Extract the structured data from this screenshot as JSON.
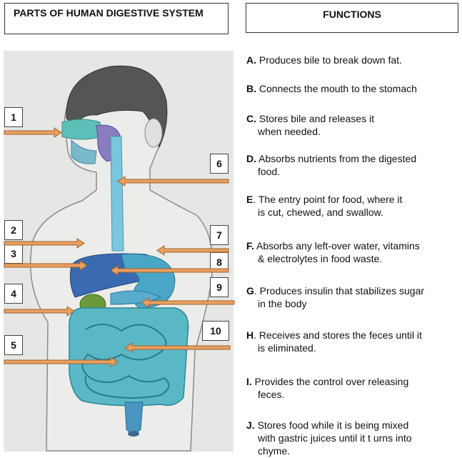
{
  "headers": {
    "left": "PARTS OF HUMAN DIGESTIVE SYSTEM",
    "right": "FUNCTIONS"
  },
  "labels": [
    "1",
    "2",
    "3",
    "4",
    "5",
    "6",
    "7",
    "8",
    "9",
    "10"
  ],
  "functions": [
    {
      "letter": "A.",
      "line1": "Produces bile to break down fat.",
      "line2": ""
    },
    {
      "letter": "B.",
      "line1": "Connects the mouth to the stomach",
      "line2": ""
    },
    {
      "letter": "C.",
      "line1": "Stores bile and releases it",
      "line2": "when needed."
    },
    {
      "letter": "D.",
      "line1": "Absorbs nutrients from the digested",
      "line2": "food."
    },
    {
      "letter": "E",
      "line1": ". The entry point for food, where it",
      "line2": "is cut, chewed, and swallow."
    },
    {
      "letter": "F.",
      "line1": "Absorbs any left-over water, vitamins",
      "line2": "& electrolytes in food waste."
    },
    {
      "letter": "G",
      "line1": ". Produces insulin that stabilizes sugar",
      "line2": "in the body"
    },
    {
      "letter": "H",
      "line1": ". Receives and stores the feces until it",
      "line2": "is eliminated."
    },
    {
      "letter": "I.",
      "line1": "Provides the control over releasing",
      "line2": "feces."
    },
    {
      "letter": "J.",
      "line1": "Stores food while it is being mixed",
      "line2": "with gastric juices until it t urns into",
      "line3": "chyme."
    }
  ],
  "colors": {
    "arrow_fill": "#e8a060",
    "arrow_stroke": "#a0622e",
    "organ_blue": "#5aaccc",
    "organ_teal": "#3fb8b0",
    "hair": "#4a4a4a",
    "liver_purple": "#7a6cb0",
    "gallbladder_green": "#6a9a3a"
  }
}
